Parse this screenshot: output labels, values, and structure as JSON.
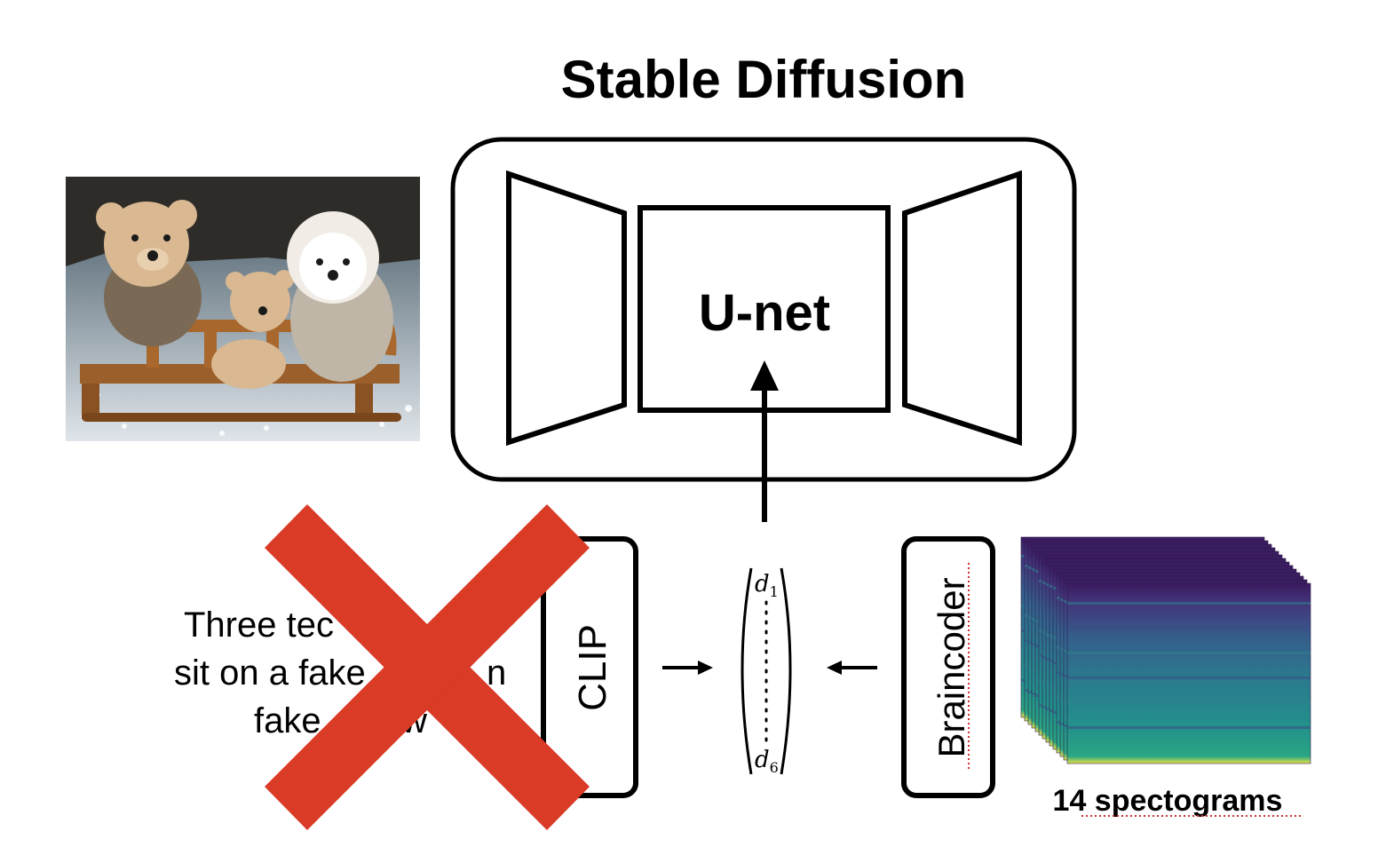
{
  "title": "Stable Diffusion",
  "unet": {
    "label": "U-net"
  },
  "clip": {
    "label": "CLIP"
  },
  "braincoder": {
    "label": "Braincoder"
  },
  "caption": {
    "line1": "Three tec",
    "line2": "sit on a fake",
    "line2b": "n",
    "line3": "fake",
    "line3b": "w"
  },
  "vector": {
    "top": "d",
    "top_sub": "1",
    "bottom": "d",
    "bottom_sub": "6"
  },
  "spectrograms": {
    "label": "14 spectograms",
    "count": 14
  },
  "photo": {
    "subject": "teddy-bears-on-sled"
  },
  "colors": {
    "cross": "#D93B27",
    "line": "#000000"
  }
}
